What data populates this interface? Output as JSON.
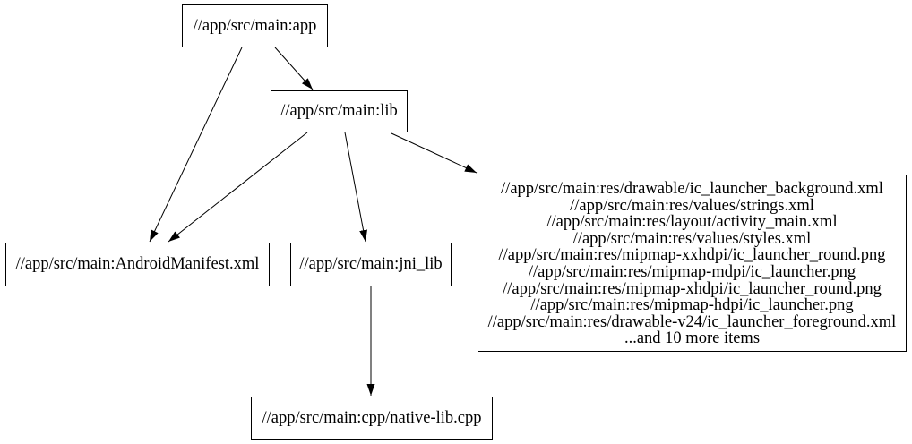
{
  "graph": {
    "type": "digraph-dependency-graph",
    "colors": {
      "background": "#ffffff",
      "node_border": "#000000",
      "node_fill": "#ffffff",
      "text": "#000000",
      "edge": "#000000"
    },
    "nodes": {
      "app": {
        "label": "//app/src/main:app"
      },
      "lib": {
        "label": "//app/src/main:lib"
      },
      "manifest": {
        "label": "//app/src/main:AndroidManifest.xml"
      },
      "jni_lib": {
        "label": "//app/src/main:jni_lib"
      },
      "res": {
        "lines": [
          "//app/src/main:res/drawable/ic_launcher_background.xml",
          "//app/src/main:res/values/strings.xml",
          "//app/src/main:res/layout/activity_main.xml",
          "//app/src/main:res/values/styles.xml",
          "//app/src/main:res/mipmap-xxhdpi/ic_launcher_round.png",
          "//app/src/main:res/mipmap-mdpi/ic_launcher.png",
          "//app/src/main:res/mipmap-xhdpi/ic_launcher_round.png",
          "//app/src/main:res/mipmap-hdpi/ic_launcher.png",
          "//app/src/main:res/drawable-v24/ic_launcher_foreground.xml",
          "...and 10 more items"
        ]
      },
      "cpp": {
        "label": "//app/src/main:cpp/native-lib.cpp"
      }
    },
    "edges": [
      {
        "from": "//app/src/main:app",
        "to": "//app/src/main:lib"
      },
      {
        "from": "//app/src/main:app",
        "to": "//app/src/main:AndroidManifest.xml"
      },
      {
        "from": "//app/src/main:lib",
        "to": "//app/src/main:AndroidManifest.xml"
      },
      {
        "from": "//app/src/main:lib",
        "to": "//app/src/main:jni_lib"
      },
      {
        "from": "//app/src/main:lib",
        "to": "//app/src/main:res group"
      },
      {
        "from": "//app/src/main:jni_lib",
        "to": "//app/src/main:cpp/native-lib.cpp"
      }
    ]
  }
}
